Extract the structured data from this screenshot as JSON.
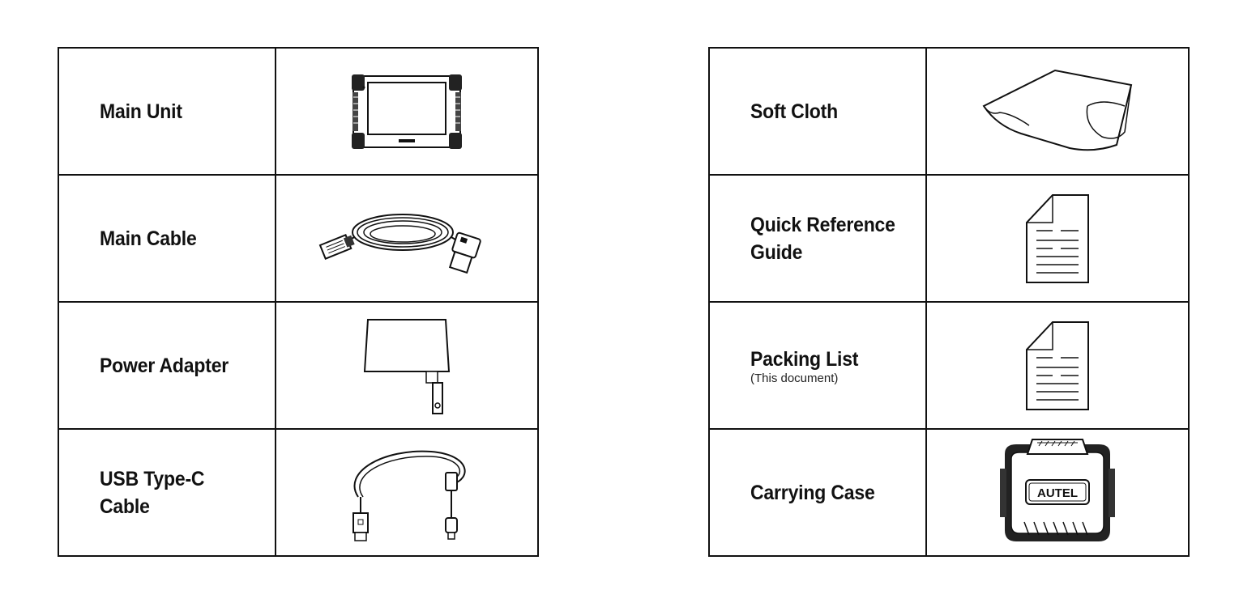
{
  "left_items": [
    {
      "name": "Main Unit",
      "icon": "tablet-icon"
    },
    {
      "name": "Main Cable",
      "icon": "obd-cable-icon"
    },
    {
      "name": "Power Adapter",
      "icon": "power-adapter-icon"
    },
    {
      "name": "USB Type-C\nCable",
      "icon": "usb-c-cable-icon"
    }
  ],
  "right_items": [
    {
      "name": "Soft Cloth",
      "icon": "cloth-icon"
    },
    {
      "name": "Quick Reference\nGuide",
      "icon": "document-icon"
    },
    {
      "name": "Packing List",
      "subtitle": "(This document)",
      "icon": "document-icon"
    },
    {
      "name": "Carrying Case",
      "icon": "carrying-case-icon"
    }
  ],
  "brand": {
    "logo_text": "AUTEL"
  }
}
